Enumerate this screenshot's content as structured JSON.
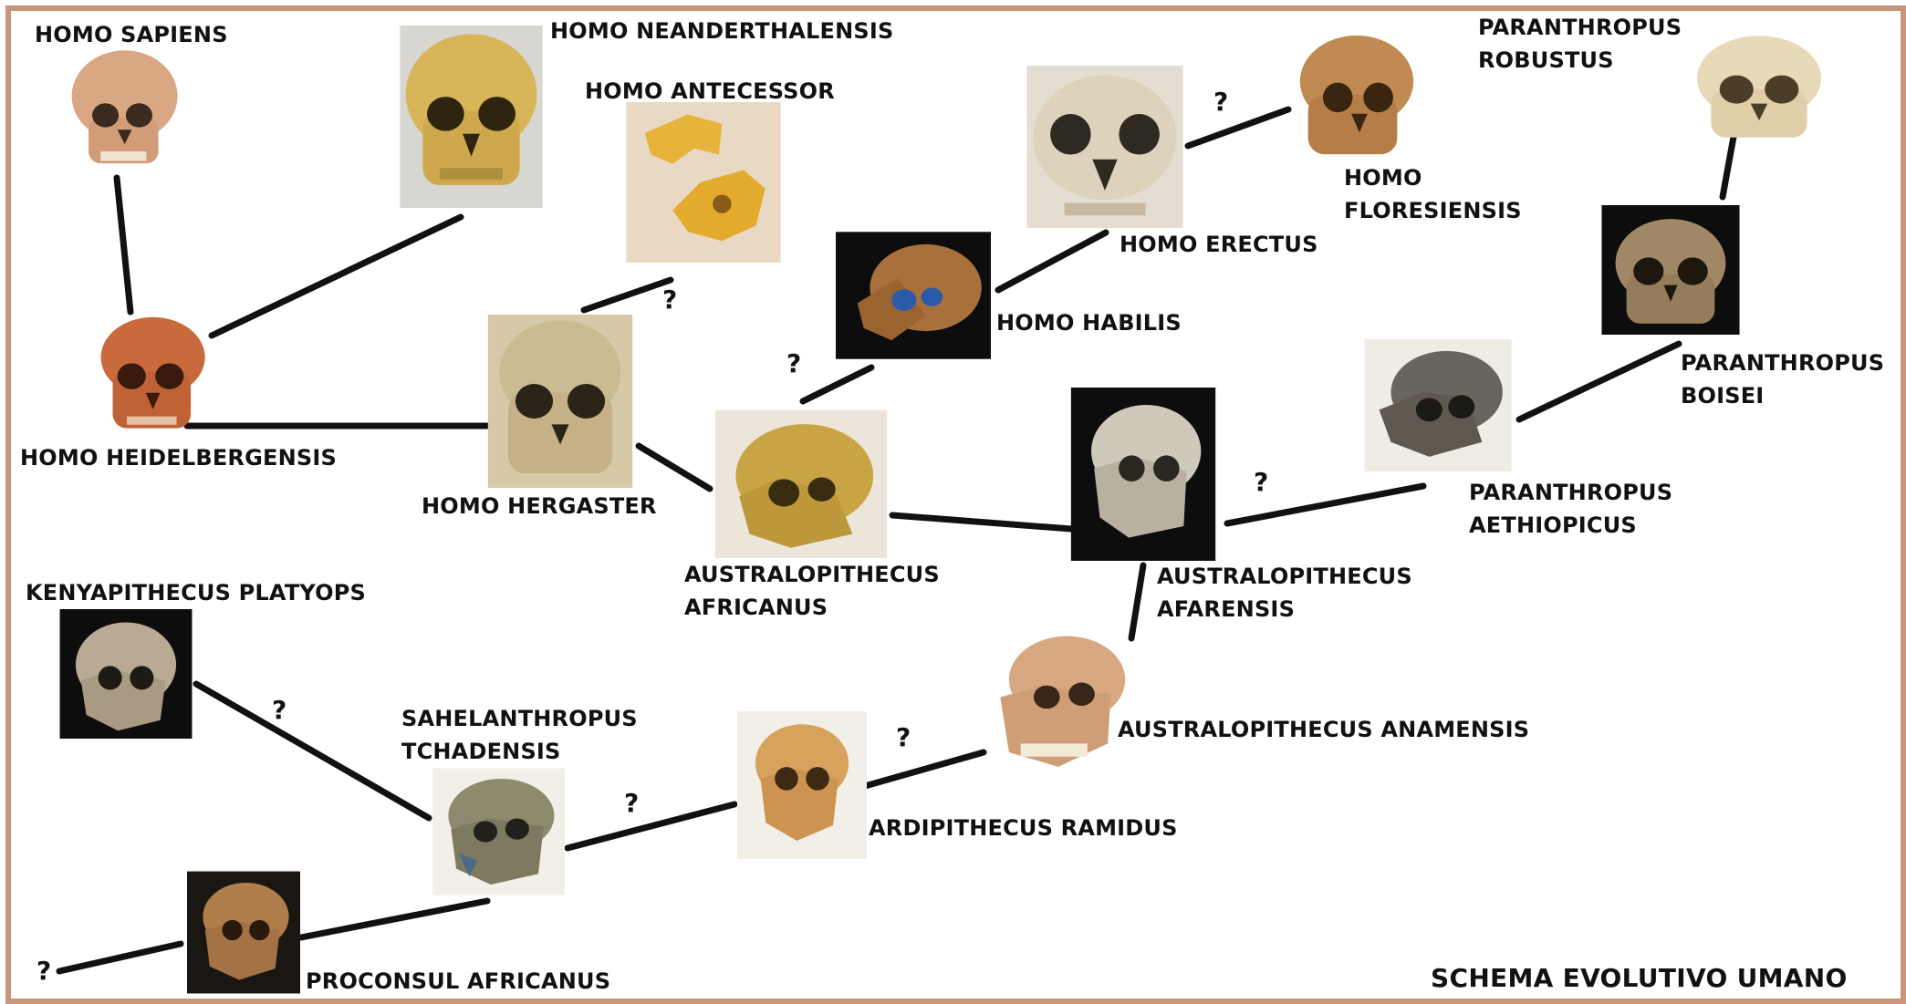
{
  "title": "SCHEMA EVOLUTIVO UMANO",
  "question_mark": "?",
  "labels": {
    "sapiens": "HOMO SAPIENS",
    "neanderthalensis": "HOMO NEANDERTHALENSIS",
    "antecessor": "HOMO ANTECESSOR",
    "heidelbergensis": "HOMO HEIDELBERGENSIS",
    "hergaster": "HOMO HERGASTER",
    "habilis": "HOMO HABILIS",
    "erectus": "HOMO ERECTUS",
    "floresiensis": "HOMO\nFLORESIENSIS",
    "robustus": "PARANTHROPUS\nROBUSTUS",
    "boisei": "PARANTHROPUS\nBOISEI",
    "aethiopicus": "PARANTHROPUS\nAETHIOPICUS",
    "africanus": "AUSTRALOPITHECUS\nAFRICANUS",
    "afarensis": "AUSTRALOPITHECUS\nAFARENSIS",
    "anamensis": "AUSTRALOPITHECUS ANAMENSIS",
    "ramidus": "ARDIPITHECUS RAMIDUS",
    "sahelanthropus": "SAHELANTHROPUS\nTCHADENSIS",
    "kenyapithecus": "KENYAPITHECUS PLATYOPS",
    "proconsul": "PROCONSUL AFRICANUS"
  },
  "colors": {
    "frame": "#c8957b",
    "line": "#111111",
    "photo_dark_bg": "#0d0d0d",
    "photo_light_bg": "#f2efe8"
  }
}
